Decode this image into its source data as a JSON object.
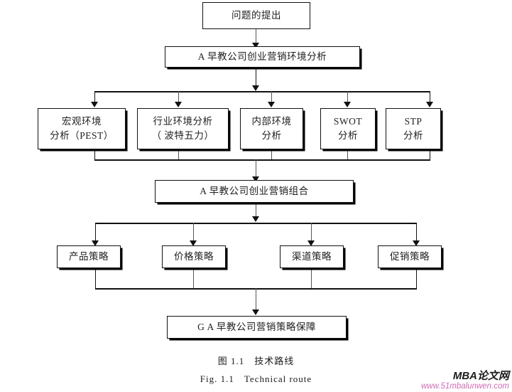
{
  "figure": {
    "caption_cn_label": "图 1.1",
    "caption_cn_title": "技术路线",
    "caption_en_label": "Fig. 1.1",
    "caption_en_title": "Technical route"
  },
  "watermark": {
    "brand": "MBA论文网",
    "url": "www.51mbalunwen.com",
    "brand_color": "#1b1b1b",
    "url_color": "#d06bb4"
  },
  "flow": {
    "start": {
      "label": "问题的提出"
    },
    "environment": {
      "label": "A 早教公司创业营销环境分析"
    },
    "analysis_nodes": [
      {
        "line1": "宏观环境",
        "line2": "分析（PEST）"
      },
      {
        "line1": "行业环境分析",
        "line2": "（ 波特五力）"
      },
      {
        "line1": "内部环境",
        "line2": "分析"
      },
      {
        "line1": "SWOT",
        "line2": "分析"
      },
      {
        "line1": "STP",
        "line2": "分析"
      }
    ],
    "mix": {
      "label": "A 早教公司创业营销组合"
    },
    "strategy_nodes": [
      {
        "label": "产品策略"
      },
      {
        "label": "价格策略"
      },
      {
        "label": "渠道策略"
      },
      {
        "label": "促销策略"
      }
    ],
    "guarantee": {
      "label": "G A 早教公司营销策略保障"
    }
  },
  "chart_data": {
    "type": "diagram",
    "title": "图 1.1 技术路线",
    "subtitle": "Fig. 1.1 Technical route",
    "orientation": "top-to-bottom",
    "levels": [
      {
        "level": 1,
        "nodes": [
          "问题的提出"
        ]
      },
      {
        "level": 2,
        "nodes": [
          "A 早教公司创业营销环境分析"
        ]
      },
      {
        "level": 3,
        "nodes": [
          "宏观环境分析（PEST）",
          "行业环境分析（ 波特五力）",
          "内部环境分析",
          "SWOT分析",
          "STP分析"
        ]
      },
      {
        "level": 4,
        "nodes": [
          "A 早教公司创业营销组合"
        ]
      },
      {
        "level": 5,
        "nodes": [
          "产品策略",
          "价格策略",
          "渠道策略",
          "促销策略"
        ]
      },
      {
        "level": 6,
        "nodes": [
          "G A 早教公司营销策略保障"
        ]
      }
    ],
    "edges": [
      {
        "from": "问题的提出",
        "to": "A 早教公司创业营销环境分析"
      },
      {
        "from": "A 早教公司创业营销环境分析",
        "to": "宏观环境分析（PEST）"
      },
      {
        "from": "A 早教公司创业营销环境分析",
        "to": "行业环境分析（ 波特五力）"
      },
      {
        "from": "A 早教公司创业营销环境分析",
        "to": "内部环境分析"
      },
      {
        "from": "A 早教公司创业营销环境分析",
        "to": "SWOT分析"
      },
      {
        "from": "A 早教公司创业营销环境分析",
        "to": "STP分析"
      },
      {
        "from": "宏观环境分析（PEST）",
        "to": "A 早教公司创业营销组合"
      },
      {
        "from": "行业环境分析（ 波特五力）",
        "to": "A 早教公司创业营销组合"
      },
      {
        "from": "内部环境分析",
        "to": "A 早教公司创业营销组合"
      },
      {
        "from": "SWOT分析",
        "to": "A 早教公司创业营销组合"
      },
      {
        "from": "STP分析",
        "to": "A 早教公司创业营销组合"
      },
      {
        "from": "A 早教公司创业营销组合",
        "to": "产品策略"
      },
      {
        "from": "A 早教公司创业营销组合",
        "to": "价格策略"
      },
      {
        "from": "A 早教公司创业营销组合",
        "to": "渠道策略"
      },
      {
        "from": "A 早教公司创业营销组合",
        "to": "促销策略"
      },
      {
        "from": "产品策略",
        "to": "G A 早教公司营销策略保障"
      },
      {
        "from": "价格策略",
        "to": "G A 早教公司营销策略保障"
      },
      {
        "from": "渠道策略",
        "to": "G A 早教公司营销策略保障"
      },
      {
        "from": "促销策略",
        "to": "G A 早教公司营销策略保障"
      }
    ]
  }
}
